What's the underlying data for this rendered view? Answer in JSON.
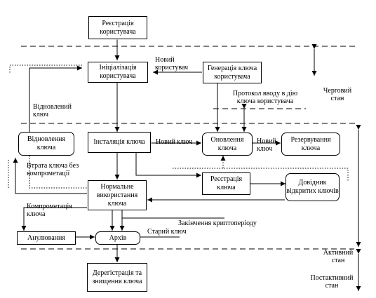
{
  "nodes": {
    "registration": "Реєстрація користувача",
    "initialization": "Ініціалізація користувача",
    "key_generation": "Генерація ключа користувача",
    "key_recovery": "Відновлення ключа",
    "key_installation": "Інсталяція ключа",
    "key_update": "Оновлення ключа",
    "key_backup": "Резервування ключа",
    "key_registration": "Реєстрація ключа",
    "public_key_directory": "Довідник відкритих ключів",
    "normal_use": "Нормальне використання ключа",
    "cancellation": "Анулювання",
    "archive": "Архів",
    "deregistration": "Дерегістрація та знищення ключа"
  },
  "edge_labels": {
    "new_user": "Новий користувач",
    "login_protocol": "Протокол вводу в дію ключа користувача",
    "recovered_key": "Відновлений ключ",
    "new_key_install": "Новий ключ",
    "new_key_backup": "Новий ключ",
    "key_loss": "Втрата ключа без компрометації",
    "compromise": "Компрометація ключа",
    "crypto_period_end": "Закінчення криптоперіоду",
    "old_key": "Старий ключ"
  },
  "states": {
    "standby": "Черговий стан",
    "active": "Активний стан",
    "post_active": "Постактивний стан"
  }
}
